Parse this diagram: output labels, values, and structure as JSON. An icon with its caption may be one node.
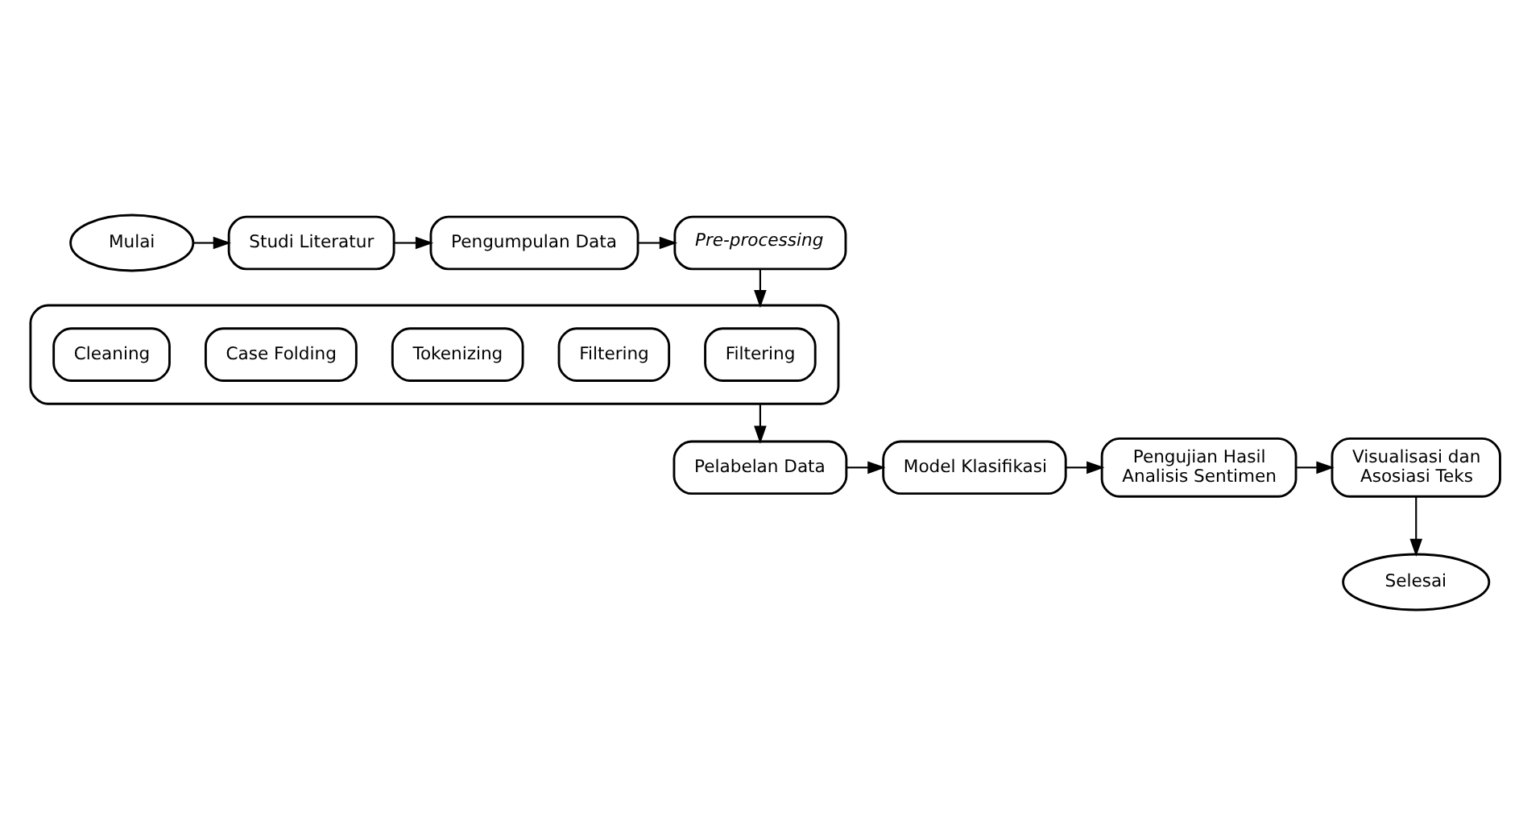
{
  "diagram": {
    "nodes": [
      {
        "text": [
          "Mulai"
        ]
      },
      {
        "text": [
          "Studi Literatur"
        ]
      },
      {
        "text": [
          "Pengumpulan Data"
        ]
      },
      {
        "text": [
          "Pre-processing"
        ]
      },
      {
        "text": [],
        "shape": "box"
      },
      {
        "text": [
          "Cleaning"
        ],
        "in": 4
      },
      {
        "text": [
          "Case Folding"
        ],
        "in": 4
      },
      {
        "text": [
          "Tokenizing"
        ],
        "in": 4
      },
      {
        "text": [
          "Filtering"
        ],
        "in": 4
      },
      {
        "text": [
          "Filtering"
        ],
        "in": 4
      },
      {
        "text": [
          "Pelabelan Data"
        ]
      },
      {
        "text": [
          "Model Klasifikasi"
        ]
      },
      {
        "text": [
          "Pengujian Hasil Analisis Sentimen"
        ]
      },
      {
        "text": [
          "Visualisasi dan Asosiasi Teks"
        ]
      },
      {
        "text": [
          "Selesai"
        ]
      }
    ],
    "edges": [
      {
        "from": 0,
        "to": 1,
        "arrow": "to"
      },
      {
        "from": 1,
        "to": 2,
        "arrow": "to"
      },
      {
        "from": 2,
        "to": 3,
        "arrow": "to"
      },
      {
        "from": 3,
        "to": 4,
        "arrow": "to"
      },
      {
        "from": 4,
        "to": 10,
        "arrow": "to"
      },
      {
        "from": 10,
        "to": 11,
        "arrow": "to"
      },
      {
        "from": 11,
        "to": 12,
        "arrow": "to"
      },
      {
        "from": 12,
        "to": 13,
        "arrow": "to"
      },
      {
        "from": 13,
        "to": 14,
        "arrow": "to"
      }
    ]
  }
}
